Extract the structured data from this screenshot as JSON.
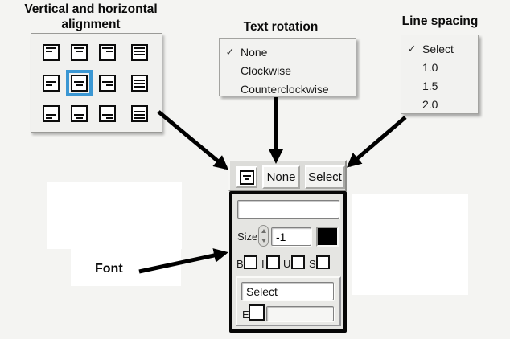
{
  "labels": {
    "alignment_title": "Vertical and horizontal alignment",
    "rotation_title": "Text rotation",
    "spacing_title": "Line spacing",
    "font_label": "Font"
  },
  "glyphs": {
    "check": "✓"
  },
  "colors": {
    "selection_blue": "#3b97d3",
    "arrow_black": "#000000",
    "color_swatch": "#000000",
    "menu_bg": "#f2f2f0",
    "panel_bg": "#e5e5e2"
  },
  "alignment_grid": {
    "rows": [
      "top",
      "middle",
      "bottom"
    ],
    "cols": [
      "left",
      "center",
      "right",
      "justify"
    ],
    "selected": "middle-center"
  },
  "rotation_menu": {
    "items": [
      {
        "label": "None",
        "checked": true
      },
      {
        "label": "Clockwise",
        "checked": false
      },
      {
        "label": "Counterclockwise",
        "checked": false
      }
    ]
  },
  "spacing_menu": {
    "items": [
      {
        "label": "Select",
        "checked": true
      },
      {
        "label": "1.0",
        "checked": false
      },
      {
        "label": "1.5",
        "checked": false
      },
      {
        "label": "2.0",
        "checked": false
      }
    ]
  },
  "toolbar": {
    "rotation_value": "None",
    "spacing_value": "Select"
  },
  "font_panel": {
    "name_value": "",
    "size_label": "Size",
    "size_value": "-1",
    "bold_label": "B",
    "italic_label": "I",
    "underline_label": "U",
    "strikeout_label": "S",
    "font_select_value": "Select",
    "e_label": "E",
    "e_field_value": ""
  }
}
